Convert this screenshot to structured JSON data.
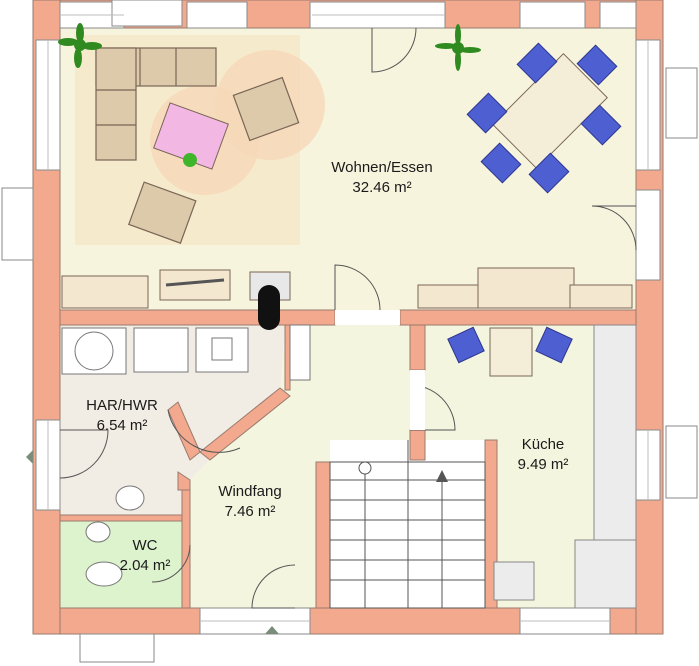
{
  "rooms": [
    {
      "id": "wohnen",
      "name": "Wohnen/Essen",
      "area": "32.46 m²",
      "color": "#f7f4de"
    },
    {
      "id": "kueche",
      "name": "Küche",
      "area": "9.49 m²",
      "color": "#f3f5de"
    },
    {
      "id": "har",
      "name": "HAR/HWR",
      "area": "6.54 m²",
      "color": "#f2ede4"
    },
    {
      "id": "windfang",
      "name": "Windfang",
      "area": "7.46 m²",
      "color": "#f3f5de"
    },
    {
      "id": "wc",
      "name": "WC",
      "area": "2.04 m²",
      "color": "#dcf3cd"
    }
  ],
  "colors": {
    "wall": "#f2a98e",
    "wall_stroke": "#9a7a6e",
    "furniture": "#c9a58a",
    "chair": "#4e5fd1",
    "table": "#f4eed9",
    "plant": "#2f8a1f",
    "rug": "#f6e2bf",
    "pink_table": "#f2b7e3"
  }
}
